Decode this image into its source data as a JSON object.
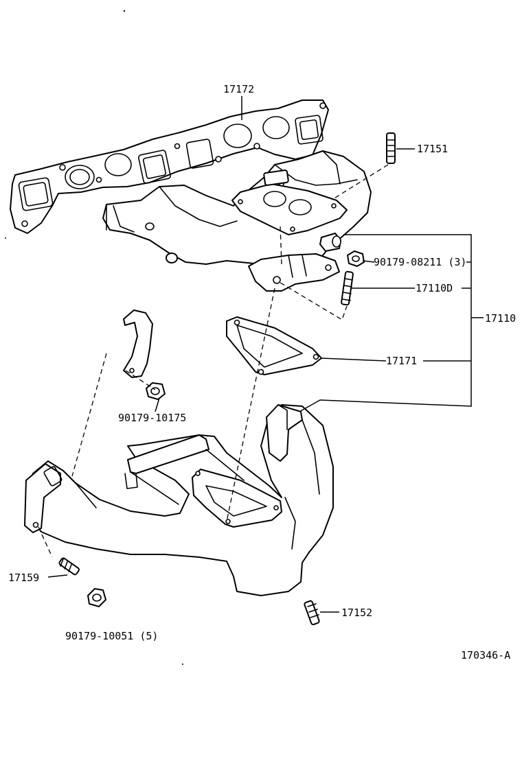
{
  "labels": {
    "p17172": "17172",
    "p17151": "17151",
    "p90179_08211": "90179-08211 (3)",
    "p17110D": "17110D",
    "p17110": "17110",
    "p17171": "17171",
    "p90179_10175": "90179-10175",
    "p17159": "17159",
    "p90179_10051": "90179-10051 (5)",
    "p17152": "17152",
    "figure_code": "170346-A"
  }
}
